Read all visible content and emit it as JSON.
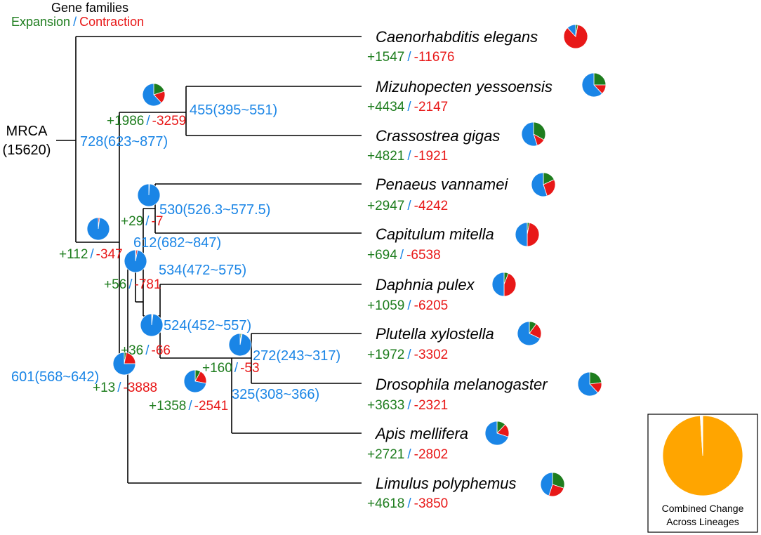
{
  "colors": {
    "expansion": "#1e7d1e",
    "contraction": "#e81818",
    "unchanged": "#1a85e6",
    "combined": "#ffa500"
  },
  "header": {
    "title": "Gene families",
    "expansion_label": "Expansion",
    "separator": "/",
    "contraction_label": "Contraction"
  },
  "root": {
    "label": "MRCA",
    "count": "(15620)"
  },
  "species": [
    {
      "name": "Caenorhabditis elegans",
      "expansion": "+1547",
      "contraction": "-11676",
      "pie": {
        "unchanged": 0.12,
        "expansion": 0.03,
        "contraction": 0.85
      }
    },
    {
      "name": "Mizuhopecten yessoensis",
      "expansion": "+4434",
      "contraction": "-2147",
      "pie": {
        "unchanged": 0.62,
        "expansion": 0.25,
        "contraction": 0.13
      }
    },
    {
      "name": "Crassostrea gigas",
      "expansion": "+4821",
      "contraction": "-1921",
      "pie": {
        "unchanged": 0.55,
        "expansion": 0.33,
        "contraction": 0.12
      }
    },
    {
      "name": "Penaeus vannamei",
      "expansion": "+2947",
      "contraction": "-4242",
      "pie": {
        "unchanged": 0.55,
        "expansion": 0.18,
        "contraction": 0.27
      }
    },
    {
      "name": "Capitulum mitella",
      "expansion": "+694",
      "contraction": "-6538",
      "pie": {
        "unchanged": 0.5,
        "expansion": 0.03,
        "contraction": 0.47
      }
    },
    {
      "name": "Daphnia pulex",
      "expansion": "+1059",
      "contraction": "-6205",
      "pie": {
        "unchanged": 0.5,
        "expansion": 0.06,
        "contraction": 0.44
      }
    },
    {
      "name": "Plutella xylostella",
      "expansion": "+1972",
      "contraction": "-3302",
      "pie": {
        "unchanged": 0.68,
        "expansion": 0.1,
        "contraction": 0.22
      }
    },
    {
      "name": "Drosophila melanogaster",
      "expansion": "+3633",
      "contraction": "-2321",
      "pie": {
        "unchanged": 0.62,
        "expansion": 0.23,
        "contraction": 0.15
      }
    },
    {
      "name": "Apis mellifera",
      "expansion": "+2721",
      "contraction": "-2802",
      "pie": {
        "unchanged": 0.7,
        "expansion": 0.12,
        "contraction": 0.18
      }
    },
    {
      "name": "Limulus polyphemus",
      "expansion": "+4618",
      "contraction": "-3850",
      "pie": {
        "unchanged": 0.45,
        "expansion": 0.3,
        "contraction": 0.25
      }
    }
  ],
  "nodes": [
    {
      "id": "bivalves",
      "age": "455(395~551)",
      "expansion": "+1986",
      "contraction": "-3259",
      "pie": {
        "unchanged": 0.62,
        "expansion": 0.2,
        "contraction": 0.18
      }
    },
    {
      "id": "lophotrochozoa",
      "age": "728(623~877)",
      "expansion": "",
      "contraction": "",
      "pie": null
    },
    {
      "id": "protostomia",
      "age": "",
      "expansion": "+112",
      "contraction": "-347",
      "pie": {
        "unchanged": 0.98,
        "expansion": 0.0,
        "contraction": 0.02
      }
    },
    {
      "id": "crustacea-a",
      "age": "530(526.3~577.5)",
      "expansion": "+29",
      "contraction": "-7",
      "pie": {
        "unchanged": 0.99,
        "expansion": 0.01,
        "contraction": 0.0
      }
    },
    {
      "id": "pancrustacea-b",
      "age": "612(682~847)",
      "expansion": "",
      "contraction": "",
      "pie": {
        "unchanged": 0.97,
        "expansion": 0.01,
        "contraction": 0.02
      }
    },
    {
      "id": "pancrustacea-c",
      "age": "534(472~575)",
      "expansion": "+56",
      "contraction": "-781",
      "pie": null
    },
    {
      "id": "hexapoda-root",
      "age": "524(452~557)",
      "expansion": "+36",
      "contraction": "-66",
      "pie": {
        "unchanged": 0.98,
        "expansion": 0.01,
        "contraction": 0.01
      }
    },
    {
      "id": "lepi-dipt",
      "age": "272(243~317)",
      "expansion": "+160",
      "contraction": "-53",
      "pie": {
        "unchanged": 0.97,
        "expansion": 0.02,
        "contraction": 0.01
      }
    },
    {
      "id": "holometabola",
      "age": "325(308~366)",
      "expansion": "+1358",
      "contraction": "-2541",
      "pie": {
        "unchanged": 0.72,
        "expansion": 0.08,
        "contraction": 0.2
      }
    },
    {
      "id": "arthropoda",
      "age": "601(568~642)",
      "expansion": "+13",
      "contraction": "-3888",
      "pie": {
        "unchanged": 0.75,
        "expansion": 0.03,
        "contraction": 0.22
      }
    }
  ],
  "legend": {
    "line1": "Combined Change",
    "line2": "Across Lineages",
    "pie": {
      "combined": 0.99,
      "gap": 0.01
    }
  }
}
